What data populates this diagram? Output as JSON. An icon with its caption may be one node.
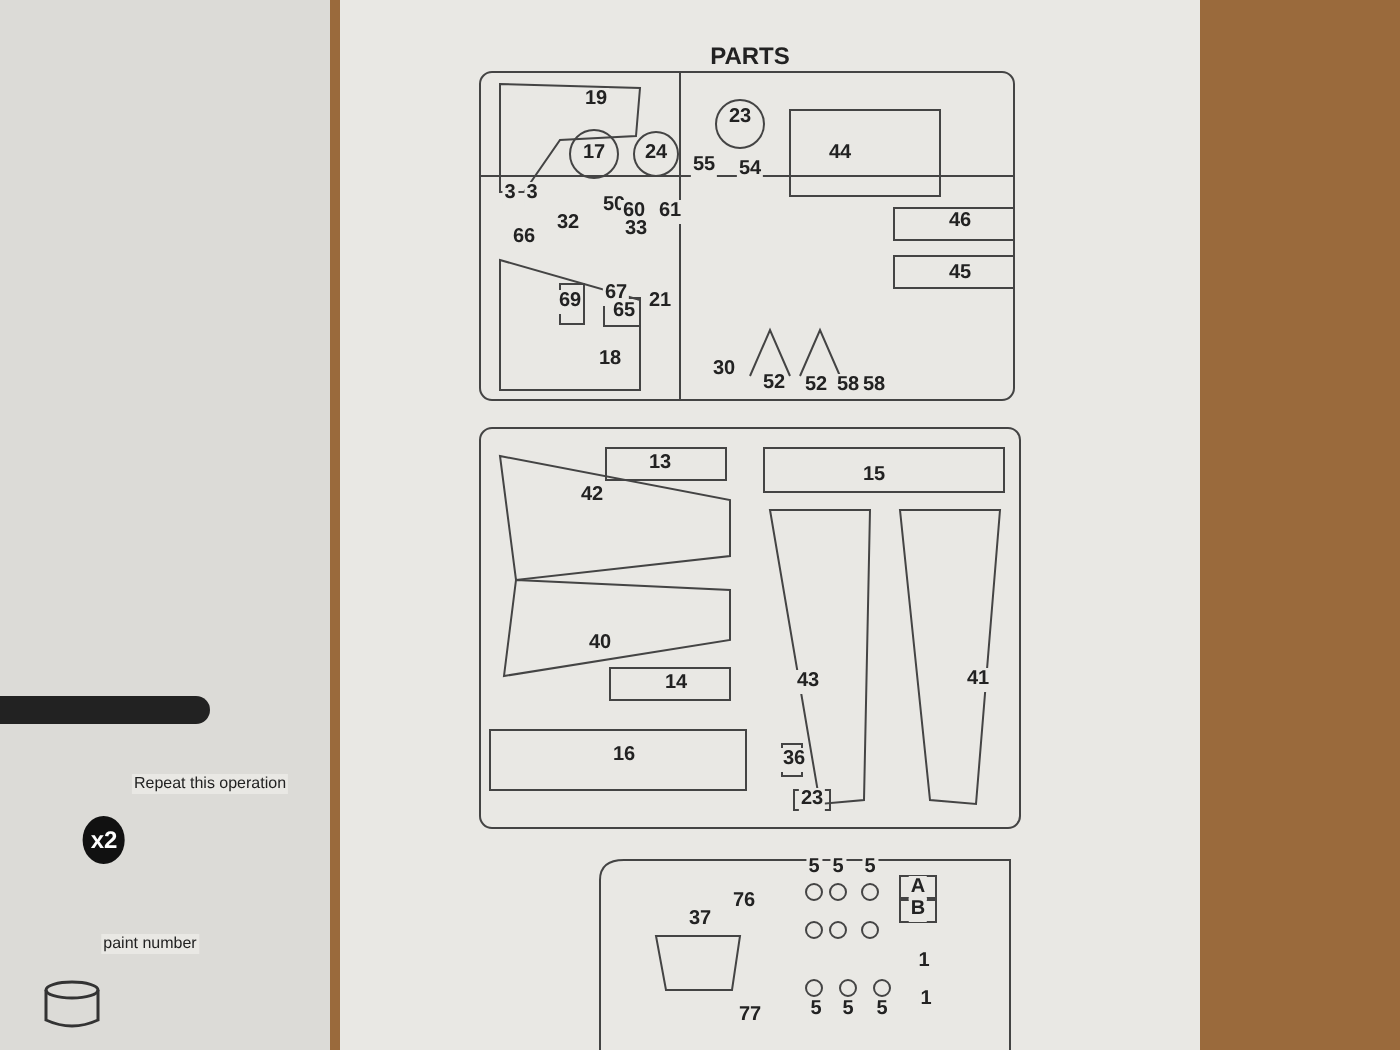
{
  "diagram": {
    "title": "PARTS",
    "labels": [
      "19",
      "17",
      "24",
      "23",
      "44",
      "55",
      "54",
      "3",
      "3",
      "50",
      "60",
      "61",
      "32",
      "33",
      "66",
      "46",
      "69",
      "67",
      "45",
      "65",
      "21",
      "18",
      "30",
      "52",
      "52",
      "58",
      "58",
      "13",
      "15",
      "42",
      "40",
      "14",
      "43",
      "41",
      "16",
      "36",
      "23",
      "5",
      "5",
      "5",
      "A",
      "76",
      "B",
      "37",
      "1",
      "5",
      "5",
      "5",
      "1",
      "77",
      "Repeat this operation",
      "x2",
      "paint number"
    ]
  }
}
